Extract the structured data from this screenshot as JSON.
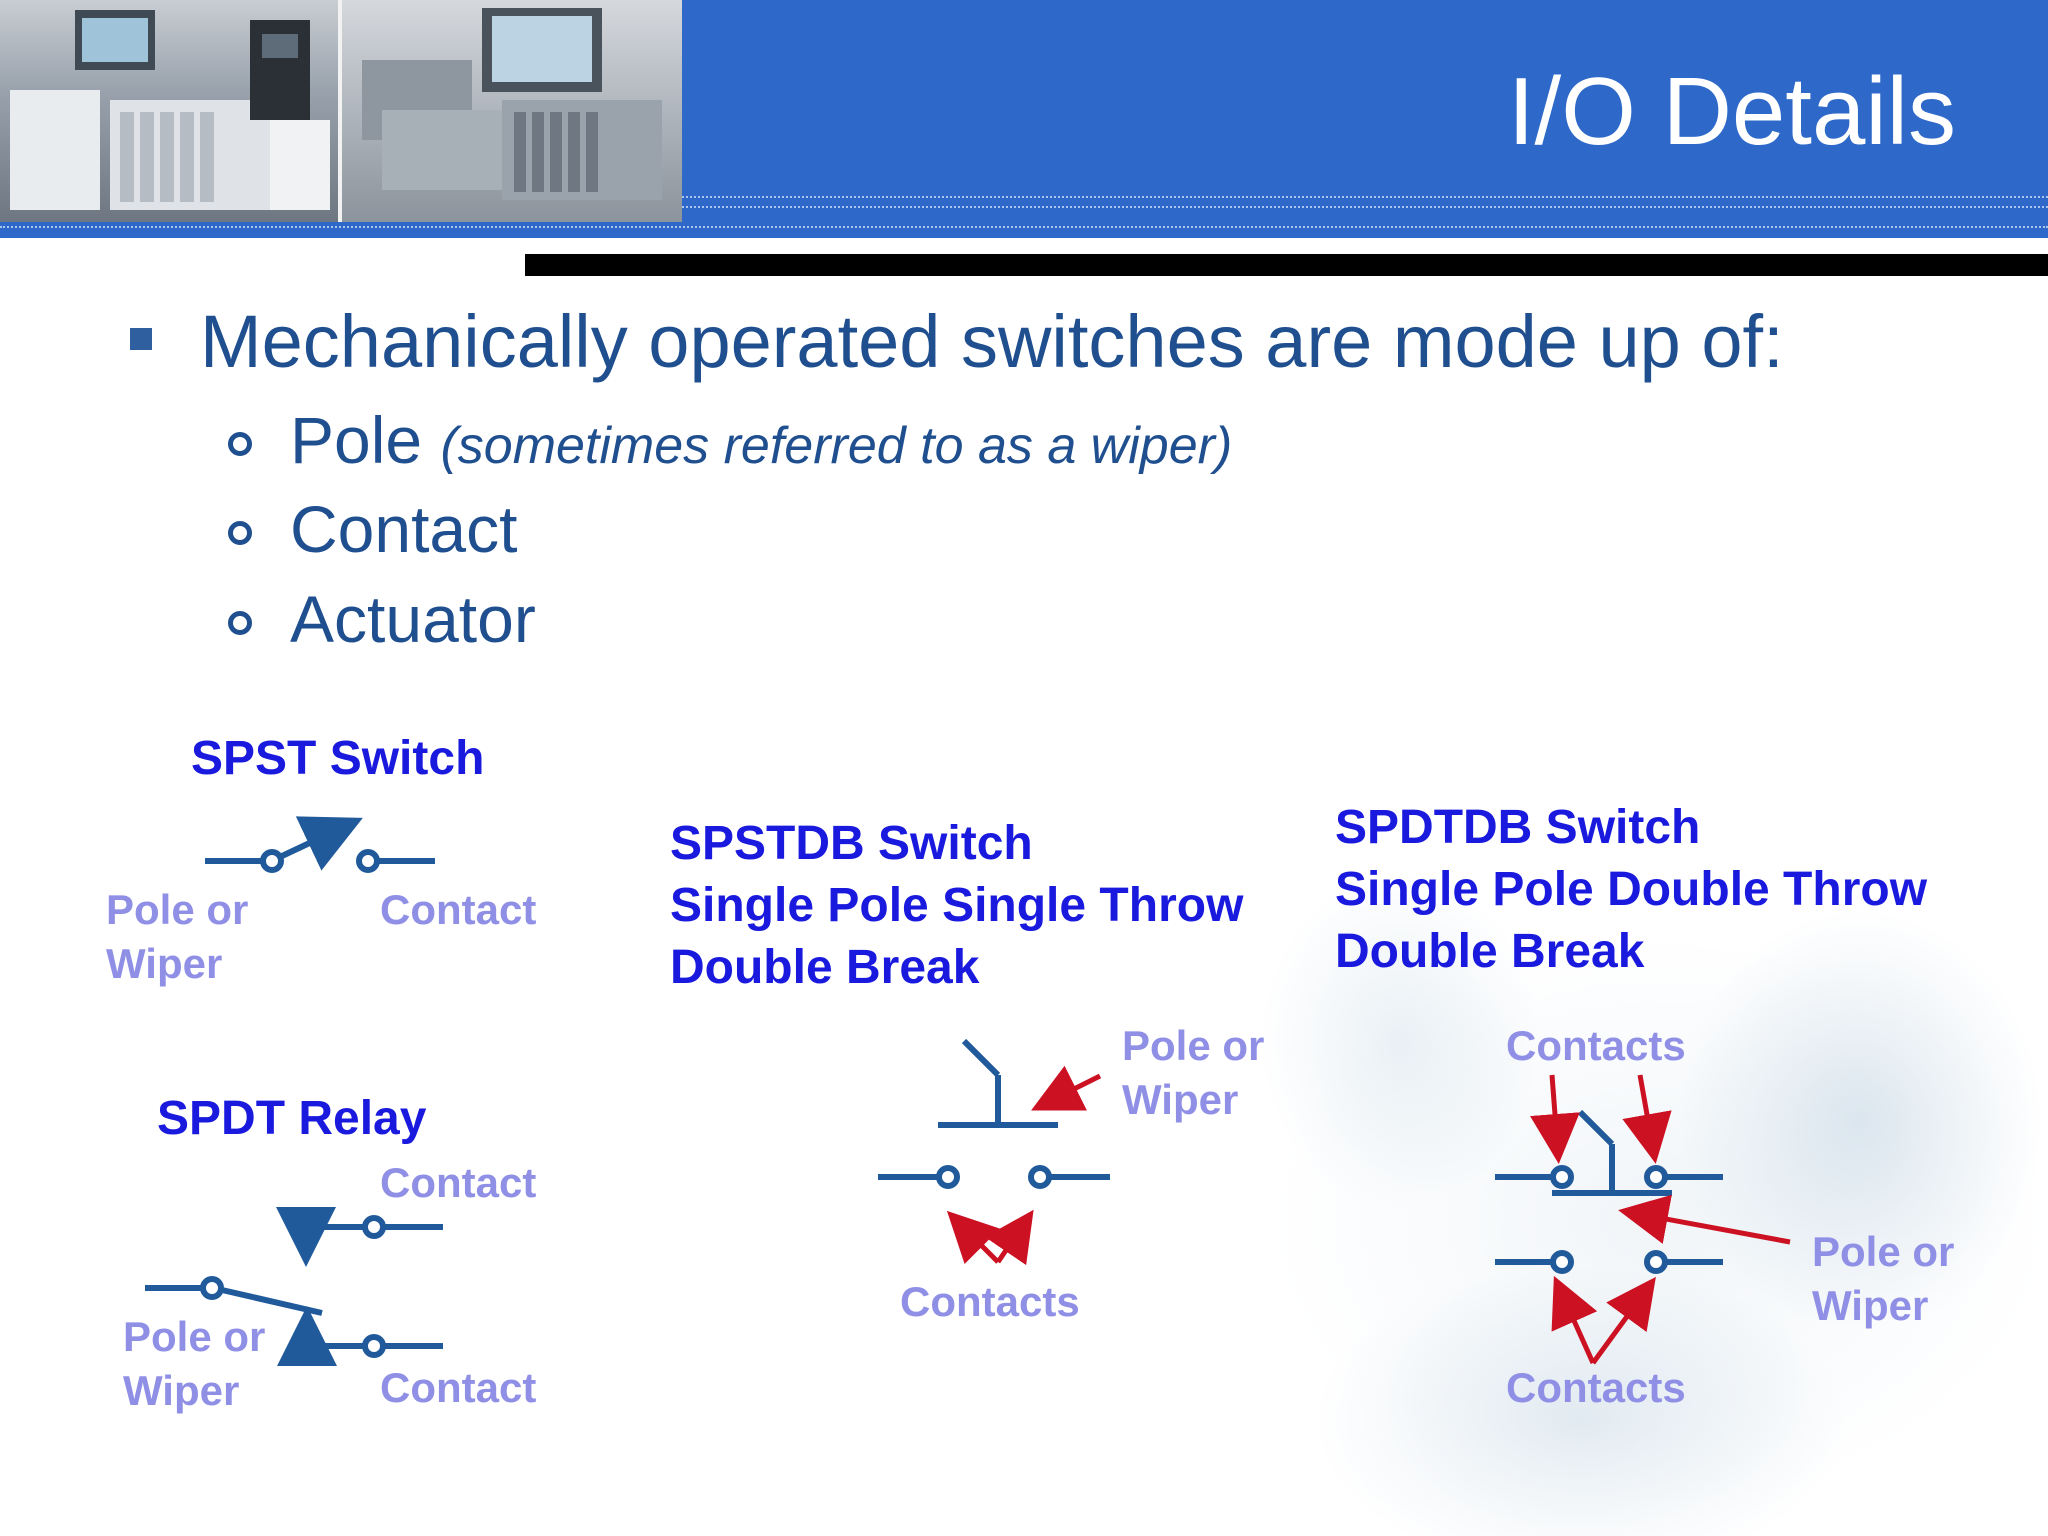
{
  "slide": {
    "title": "I/O Details"
  },
  "bullets": {
    "main": "Mechanically operated switches are mode up of:",
    "sub": [
      {
        "label": "Pole",
        "note": "(sometimes referred to as a wiper)"
      },
      {
        "label": "Contact",
        "note": ""
      },
      {
        "label": "Actuator",
        "note": ""
      }
    ]
  },
  "diagrams": {
    "spst": {
      "title": "SPST Switch",
      "pole_label_1": "Pole or",
      "pole_label_2": "Wiper",
      "contact_label": "Contact"
    },
    "spdt": {
      "title": "SPDT Relay",
      "contact_top": "Contact",
      "contact_bottom": "Contact",
      "pole_label_1": "Pole or",
      "pole_label_2": "Wiper"
    },
    "spstdb": {
      "title_1": "SPSTDB Switch",
      "title_2": "Single Pole Single Throw",
      "title_3": "Double Break",
      "pole_label_1": "Pole or",
      "pole_label_2": "Wiper",
      "contacts_label": "Contacts"
    },
    "spdtdb": {
      "title_1": "SPDTDB Switch",
      "title_2": "Single Pole Double Throw",
      "title_3": "Double Break",
      "contacts_top": "Contacts",
      "pole_label_1": "Pole or",
      "pole_label_2": "Wiper",
      "contacts_bottom": "Contacts"
    }
  },
  "colors": {
    "header_blue": "#2e69c9",
    "text_dark_blue": "#1f4f8f",
    "heading_blue": "#1a1adf",
    "label_lavender": "#8f8fe6",
    "symbol_blue": "#215a9a",
    "arrow_red": "#cc1122"
  }
}
